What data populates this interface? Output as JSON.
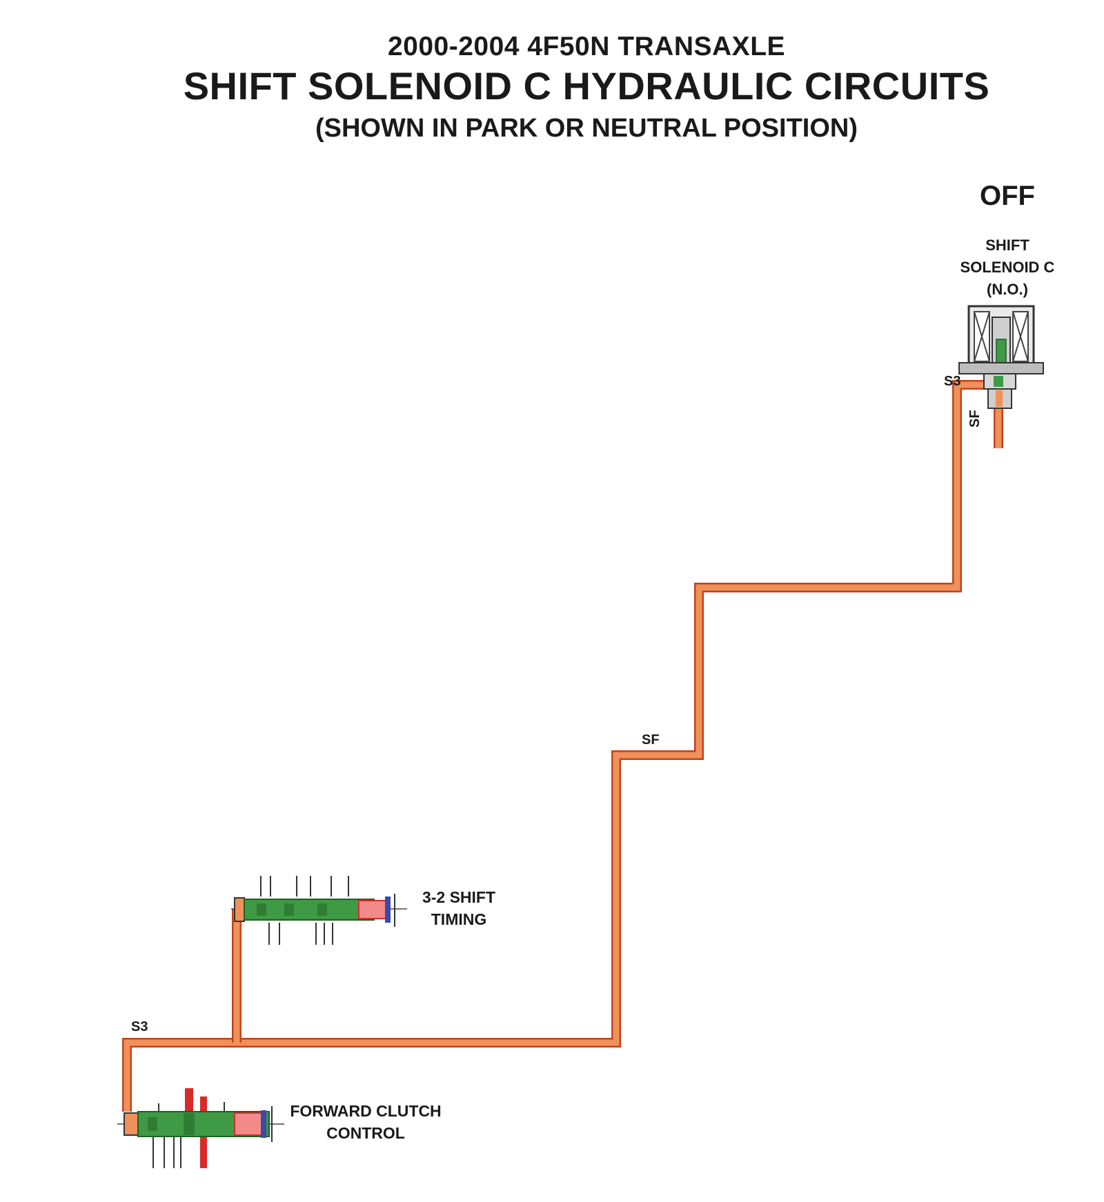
{
  "header": {
    "line1": "2000-2004 4F50N TRANSAXLE",
    "line2": "SHIFT SOLENOID C HYDRAULIC CIRCUITS",
    "line3": "(SHOWN IN PARK OR NEUTRAL POSITION)"
  },
  "solenoid": {
    "state": "OFF",
    "name_line1": "SHIFT",
    "name_line2": "SOLENOID C",
    "name_line3": "(N.O.)"
  },
  "circuits": {
    "s3_top": "S3",
    "sf_vertical": "SF",
    "sf_mid": "SF",
    "s3_bottom": "S3"
  },
  "valves": {
    "shift_timing_line1": "3-2 SHIFT",
    "shift_timing_line2": "TIMING",
    "forward_clutch_line1": "FORWARD CLUTCH",
    "forward_clutch_line2": "CONTROL"
  },
  "colors": {
    "fluid_orange": "#f0915a",
    "fluid_outline": "#c0441c",
    "valve_green": "#3e9a44",
    "exhaust_red": "#d92a2a",
    "spring_blue": "#3a4aa8"
  }
}
